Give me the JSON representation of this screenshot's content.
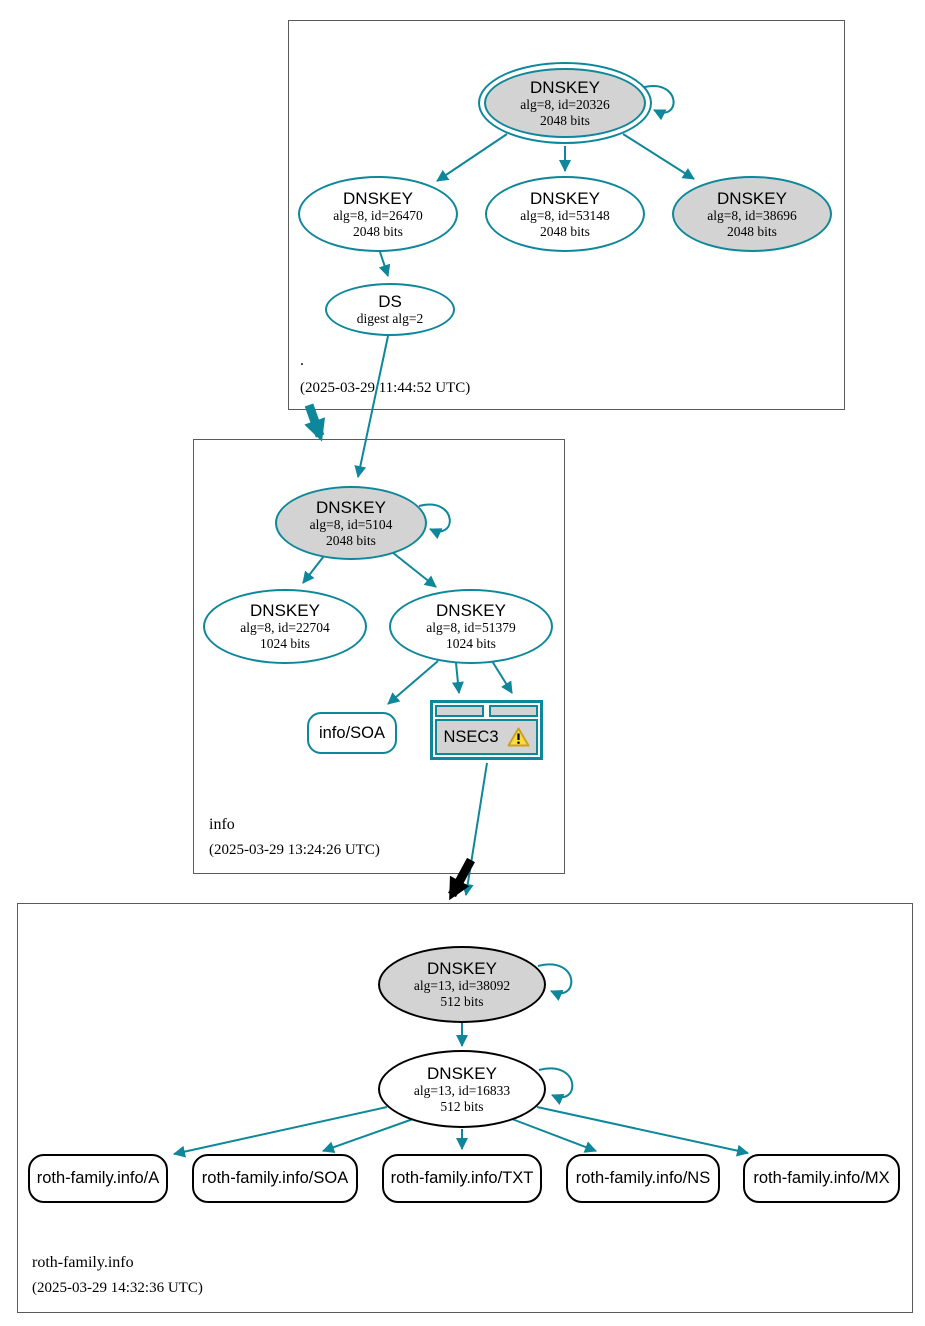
{
  "colors": {
    "edge_secure_teal": "#0d8799",
    "edge_insecure_black": "#000000",
    "node_fill_gray": "#d3d3d3",
    "warning_fill": "#fbdc3e",
    "warning_border": "#c9a227"
  },
  "zones": {
    "root": {
      "label": ".",
      "timestamp": "(2025-03-29 11:44:52 UTC)",
      "ksk": {
        "title": "DNSKEY",
        "alg": "alg=8, id=20326",
        "bits": "2048 bits"
      },
      "zsk1": {
        "title": "DNSKEY",
        "alg": "alg=8, id=26470",
        "bits": "2048 bits"
      },
      "zsk2": {
        "title": "DNSKEY",
        "alg": "alg=8, id=53148",
        "bits": "2048 bits"
      },
      "zsk3": {
        "title": "DNSKEY",
        "alg": "alg=8, id=38696",
        "bits": "2048 bits"
      },
      "ds": {
        "title": "DS",
        "digest": "digest alg=2"
      }
    },
    "info": {
      "label": "info",
      "timestamp": "(2025-03-29 13:24:26 UTC)",
      "ksk": {
        "title": "DNSKEY",
        "alg": "alg=8, id=5104",
        "bits": "2048 bits"
      },
      "zsk1": {
        "title": "DNSKEY",
        "alg": "alg=8, id=22704",
        "bits": "1024 bits"
      },
      "zsk2": {
        "title": "DNSKEY",
        "alg": "alg=8, id=51379",
        "bits": "1024 bits"
      },
      "soa": {
        "label": "info/SOA"
      },
      "nsec3": {
        "label": "NSEC3"
      }
    },
    "roth": {
      "label": "roth-family.info",
      "timestamp": "(2025-03-29 14:32:36 UTC)",
      "ksk": {
        "title": "DNSKEY",
        "alg": "alg=13, id=38092",
        "bits": "512 bits"
      },
      "zsk": {
        "title": "DNSKEY",
        "alg": "alg=13, id=16833",
        "bits": "512 bits"
      },
      "rrsets": [
        {
          "label": "roth-family.info/A"
        },
        {
          "label": "roth-family.info/SOA"
        },
        {
          "label": "roth-family.info/TXT"
        },
        {
          "label": "roth-family.info/NS"
        },
        {
          "label": "roth-family.info/MX"
        }
      ]
    }
  }
}
